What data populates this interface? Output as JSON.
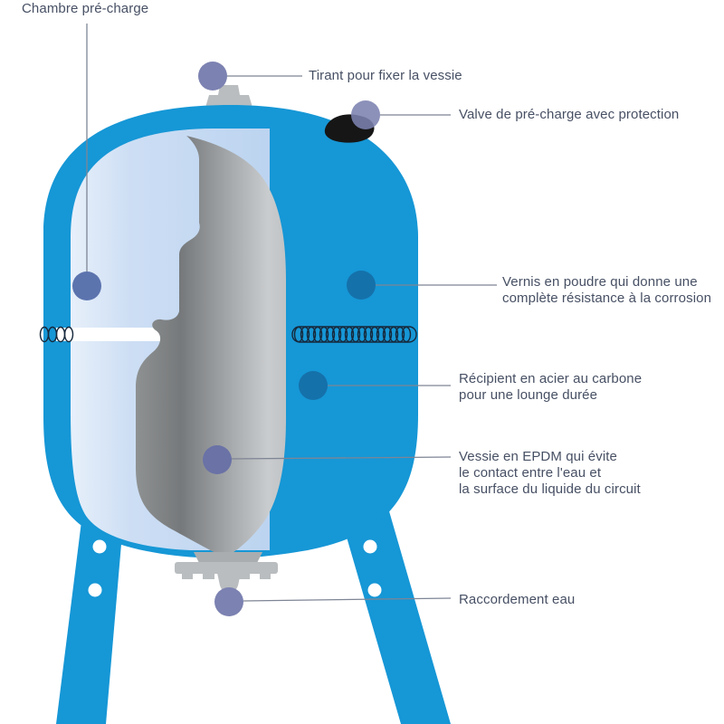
{
  "colors": {
    "tank_blue": "#1697D6",
    "chamber_blue_light": "#E7F0FA",
    "chamber_blue": "#BCD4F0",
    "bladder_gray_dark": "#76797B",
    "bladder_gray_light": "#C9CCCE",
    "fitting_gray": "#B9BDBF",
    "fitting_gray_dark": "#A9ADAF",
    "valve_black": "#161616",
    "marker_purple": "#7C82B1",
    "marker_blue_purple": "#5C74AE",
    "marker_slate_purple": "#6A72A6",
    "marker_dark_blue": "#1571AA",
    "leader_line": "#7E8595",
    "coil_stroke": "#16293C",
    "label_text": "#475064"
  },
  "labels": {
    "chamber": {
      "text": "Chambre pré-charge"
    },
    "tie_rod": {
      "text": "Tirant pour fixer la vessie"
    },
    "valve": {
      "text": "Valve de pré-charge avec protection"
    },
    "coating": {
      "line1": "Vernis en poudre qui donne une",
      "line2": "complète résistance à la corrosion"
    },
    "vessel": {
      "line1": "Récipient en acier au carbone",
      "line2": "pour une lounge durée"
    },
    "bladder": {
      "line1": "Vessie en EPDM qui évite",
      "line2": "le contact entre l'eau et",
      "line3": "la surface du liquide du circuit"
    },
    "water_connection": {
      "text": "Raccordement eau"
    }
  }
}
